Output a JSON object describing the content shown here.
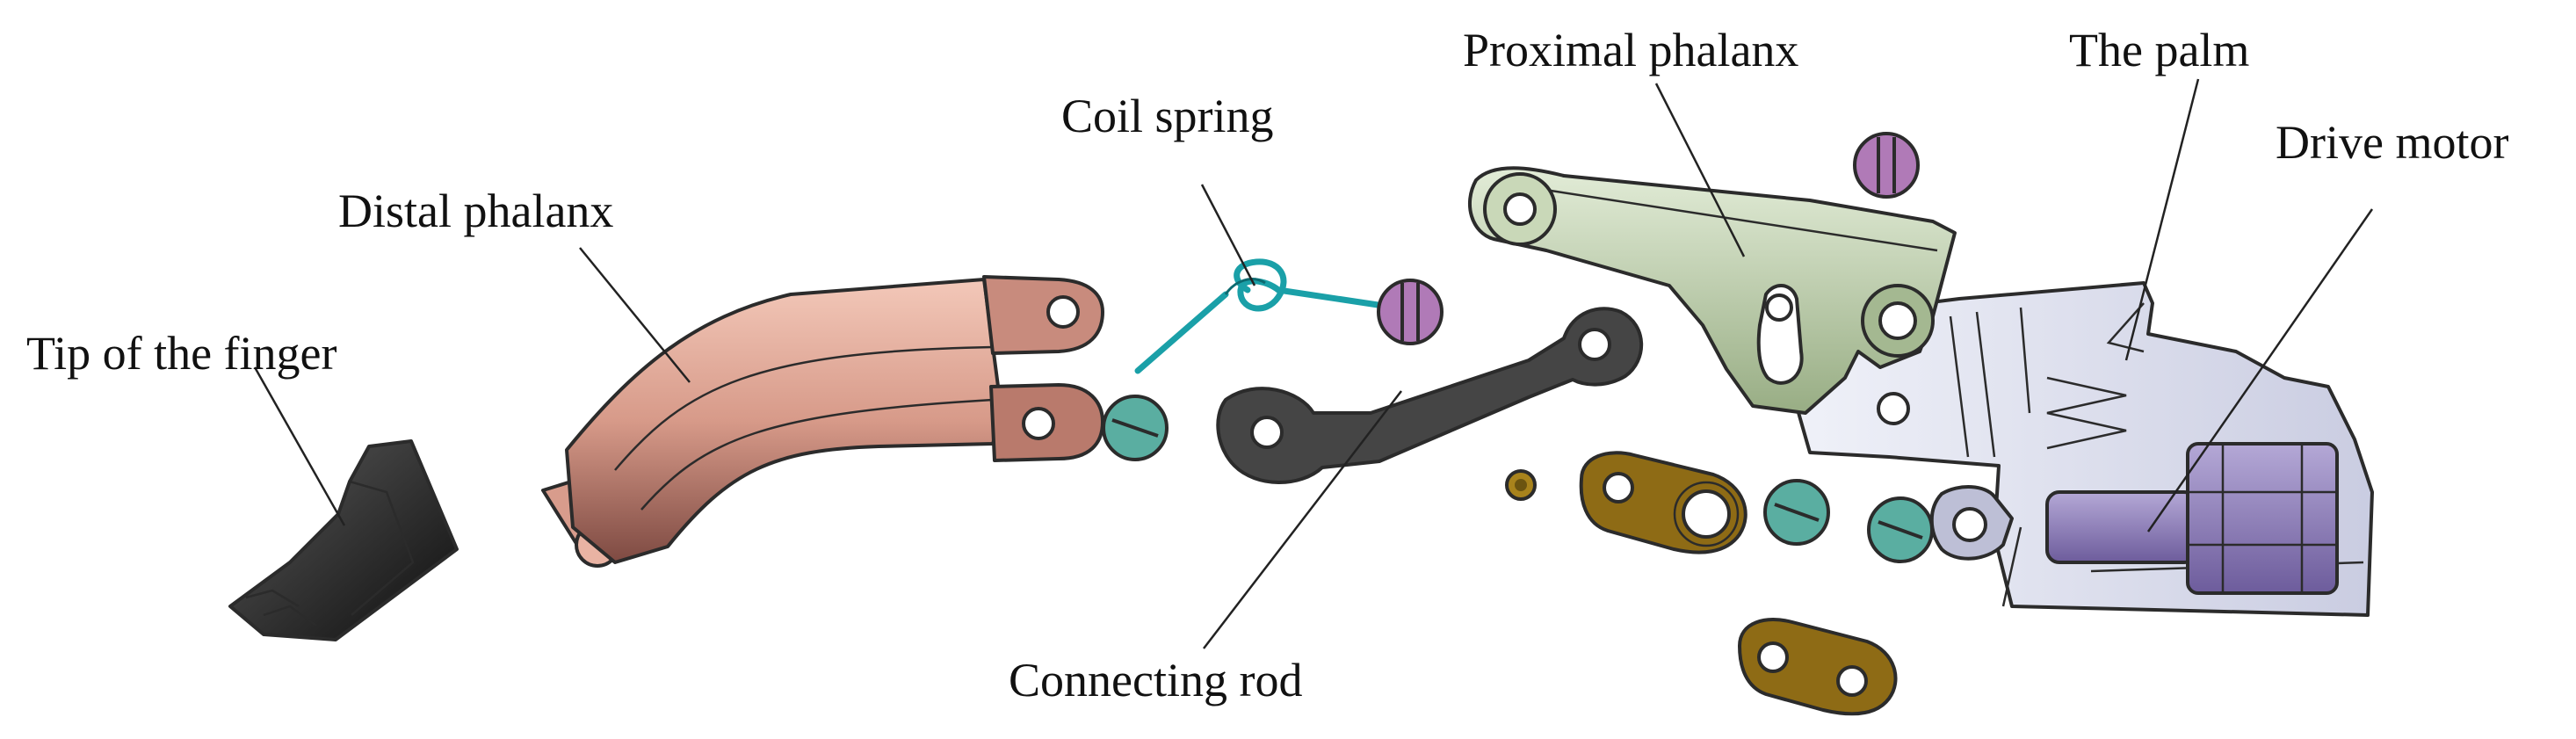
{
  "labels": {
    "tip": "Tip of the finger",
    "distal": "Distal phalanx",
    "coil_spring": "Coil spring",
    "connecting_rod": "Connecting rod",
    "proximal": "Proximal phalanx",
    "palm": "The palm",
    "motor": "Drive motor"
  },
  "colors": {
    "tip": "#1e1e1e",
    "distal": "#e0a292",
    "distal_dark": "#8e5a50",
    "spring": "#1aa0a8",
    "pin_teal": "#5aaea1",
    "screw_purple": "#b07ab7",
    "rod": "#454545",
    "proximal": "#b7c9a4",
    "bracket": "#8e6b15",
    "palm": "#d7d9ec",
    "motor": "#8a7ab5"
  }
}
